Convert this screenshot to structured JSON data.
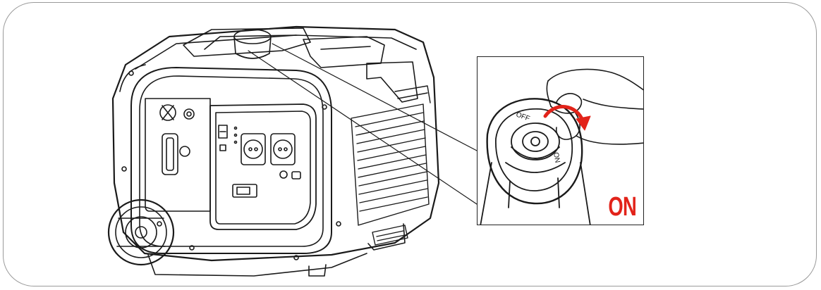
{
  "illustration": {
    "subject": "generator-fuel-cap-vent",
    "inset": {
      "dial_labels": {
        "off": "OFF",
        "on": "ON"
      },
      "state_label": "ON"
    },
    "colors": {
      "accent": "#e2231a",
      "line": "#1a1a1a",
      "frame": "#9a9a9a"
    }
  }
}
